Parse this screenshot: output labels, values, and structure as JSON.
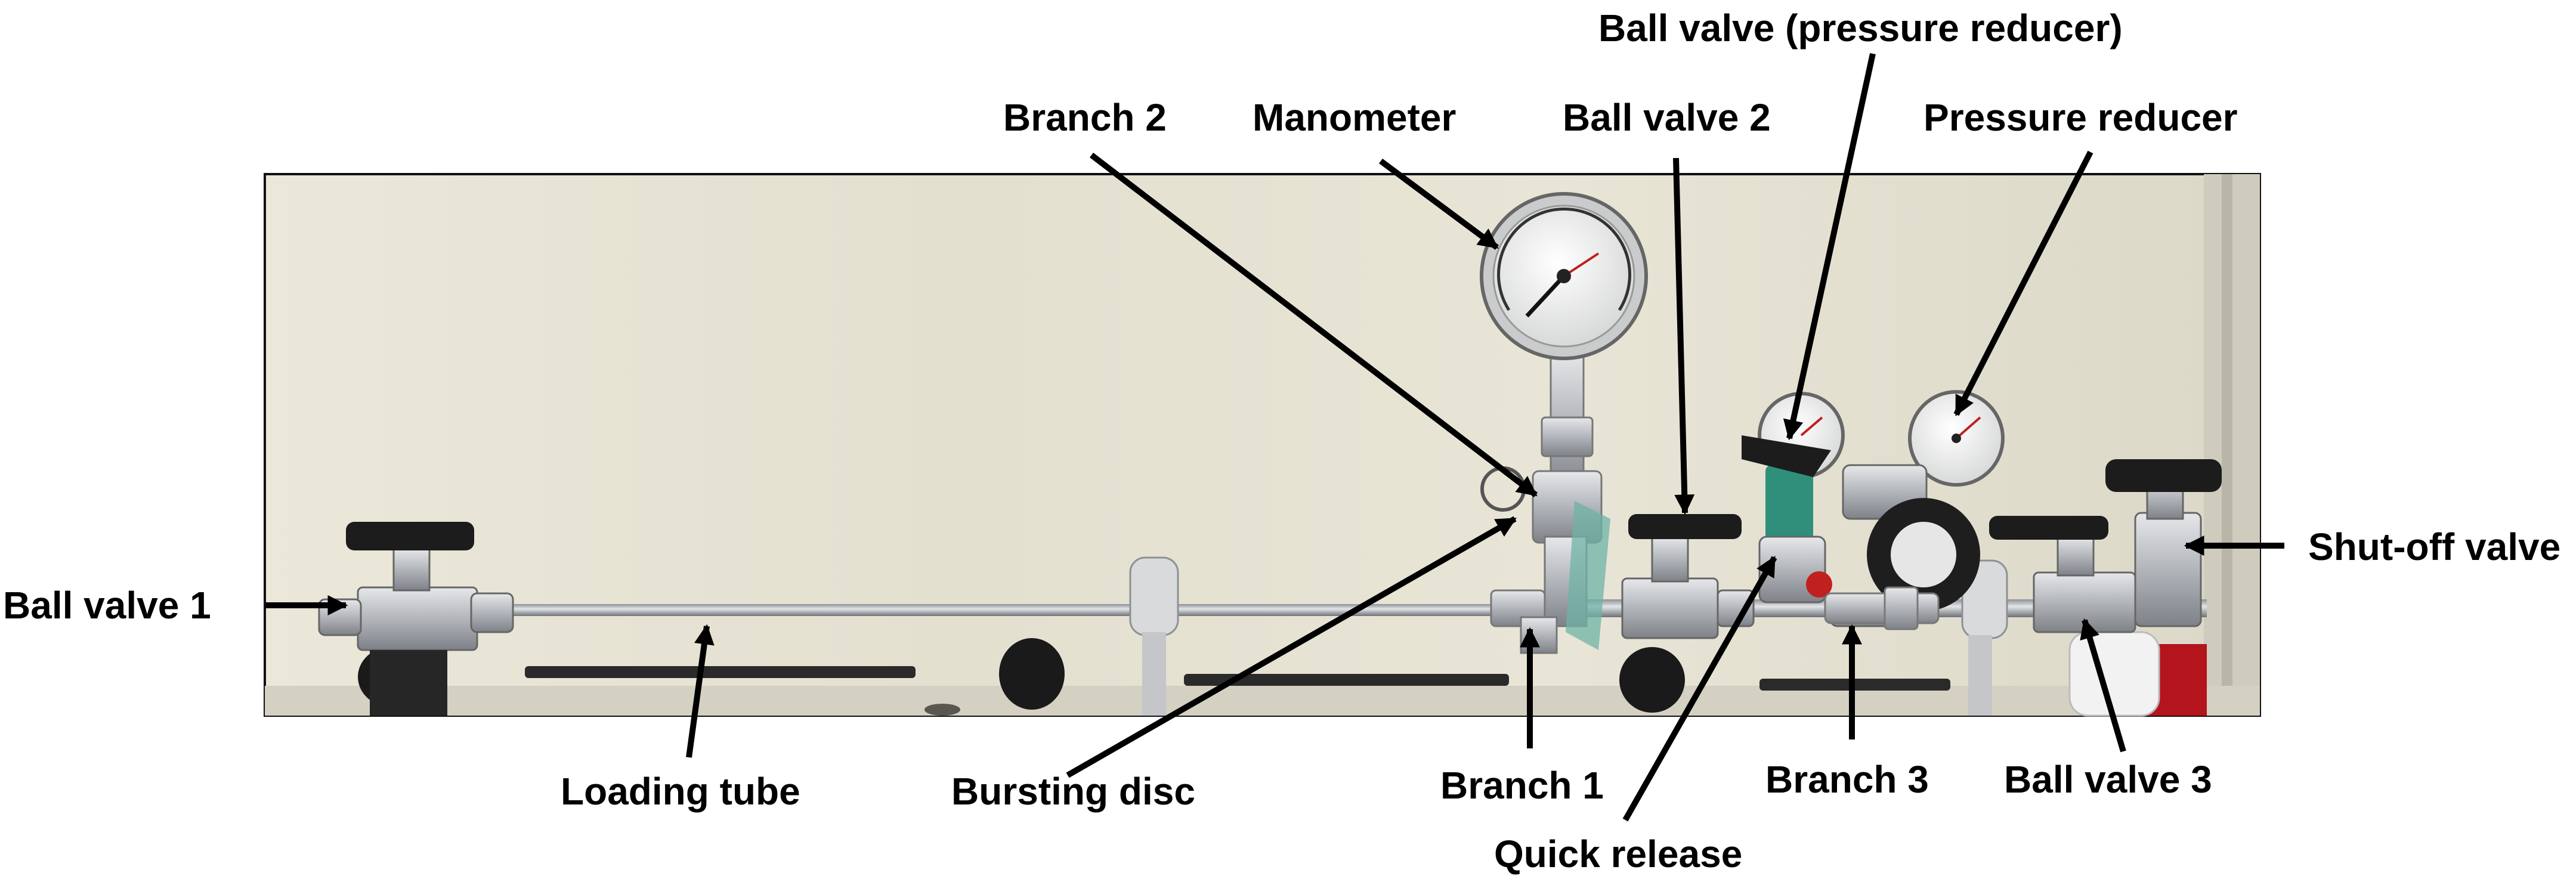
{
  "labels": {
    "ball_valve_1": "Ball valve 1",
    "loading_tube": "Loading tube",
    "bursting_disc": "Bursting disc",
    "branch_1": "Branch 1",
    "branch_2": "Branch 2",
    "branch_3": "Branch 3",
    "manometer": "Manometer",
    "ball_valve_2": "Ball valve 2",
    "ball_valve_pressure_reducer": "Ball valve (pressure reducer)",
    "pressure_reducer": "Pressure reducer",
    "shut_off_valve": "Shut-off valve",
    "ball_valve_3": "Ball valve 3",
    "quick_release": "Quick release"
  },
  "colors": {
    "wall": "#e8e4d6",
    "steel": "#b9bcc0",
    "handle": "#1c1c1c",
    "arrow": "#000000",
    "gauge_face": "#f4f4f2",
    "valve_green": "#2f8f7a"
  },
  "icons": [
    "manometer-gauge-icon",
    "ball-valve-handle-icon",
    "pressure-gauge-icon"
  ]
}
